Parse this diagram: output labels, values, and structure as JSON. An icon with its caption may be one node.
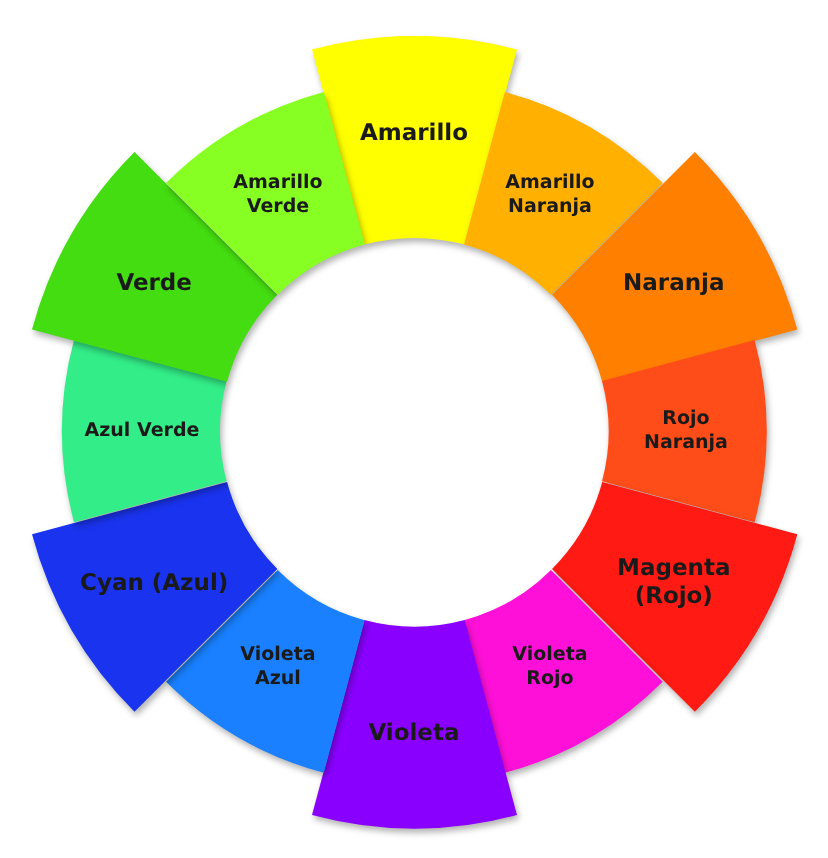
{
  "diagram": {
    "nodes": [
      {
        "text": [
          "Amarillo"
        ]
      },
      {
        "text": [
          "Amarillo Naranja"
        ]
      },
      {
        "text": [
          "Naranja"
        ]
      },
      {
        "text": [
          "Rojo Naranja"
        ]
      },
      {
        "text": [
          "Magenta (Rojo)"
        ]
      },
      {
        "text": [
          "Violeta Rojo"
        ]
      },
      {
        "text": [
          "Violeta"
        ]
      },
      {
        "text": [
          "Violeta Azul"
        ]
      },
      {
        "text": [
          "Cyan (Azul)"
        ]
      },
      {
        "text": [
          "Azul Verde"
        ]
      },
      {
        "text": [
          "Verde"
        ]
      },
      {
        "text": [
          "Amarillo Verde"
        ]
      }
    ]
  }
}
